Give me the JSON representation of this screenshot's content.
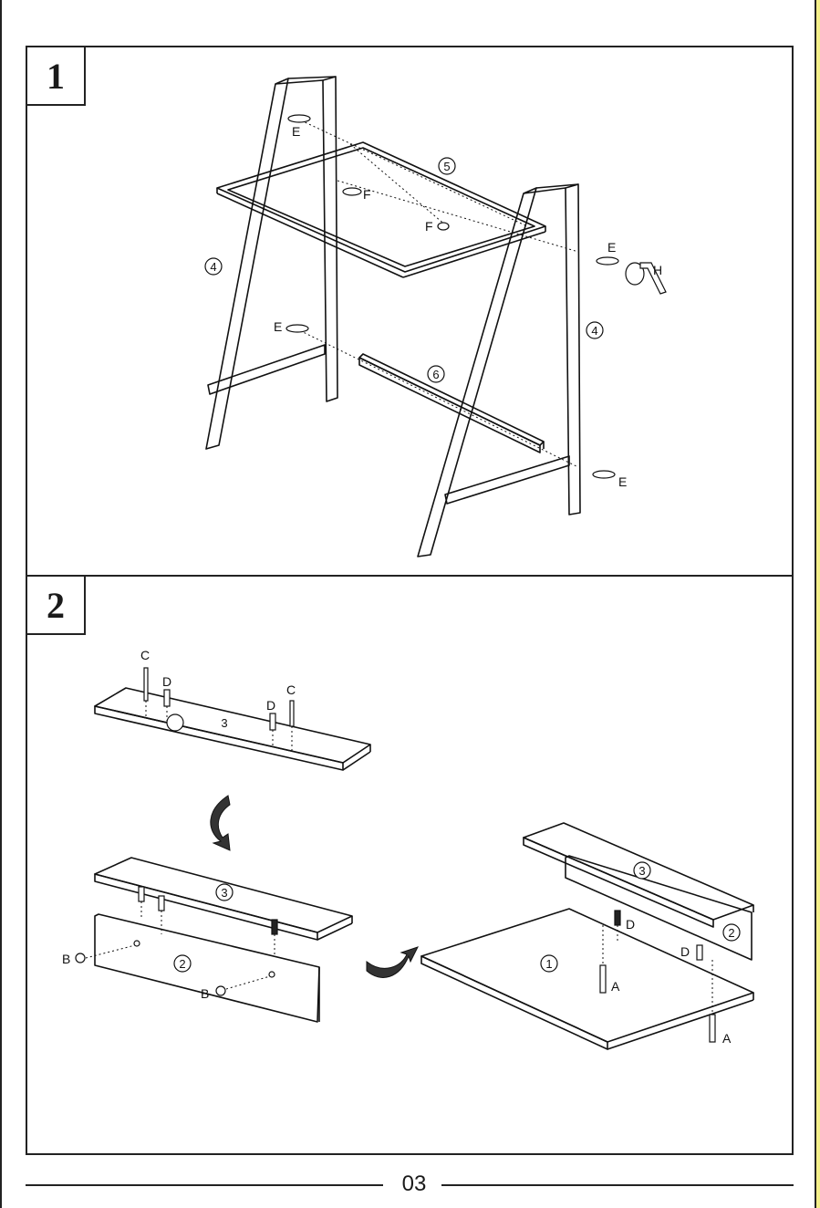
{
  "steps": [
    {
      "number": "1",
      "callouts": {
        "part_leg_left": "4",
        "part_frame": "5",
        "part_leg_right": "4",
        "part_bar": "6",
        "screw_e1": "E",
        "screw_f1": "F",
        "screw_f2": "F",
        "screw_e2": "E",
        "screw_e3": "E",
        "screw_e4": "E",
        "tool_h": "H"
      }
    },
    {
      "number": "2",
      "callouts": {
        "shelf_top": "3",
        "pin_c1": "C",
        "dowel_d1": "D",
        "dowel_d2": "D",
        "pin_c2": "C",
        "shelf_mid": "3",
        "panel_back": "2",
        "cam_b1": "B",
        "cam_b2": "B",
        "shelf_right": "3",
        "panel_right": "2",
        "desktop": "1",
        "dowel_d3": "D",
        "dowel_d4": "D",
        "screw_a1": "A",
        "screw_a2": "A"
      }
    }
  ],
  "footer": {
    "page_number": "03"
  }
}
